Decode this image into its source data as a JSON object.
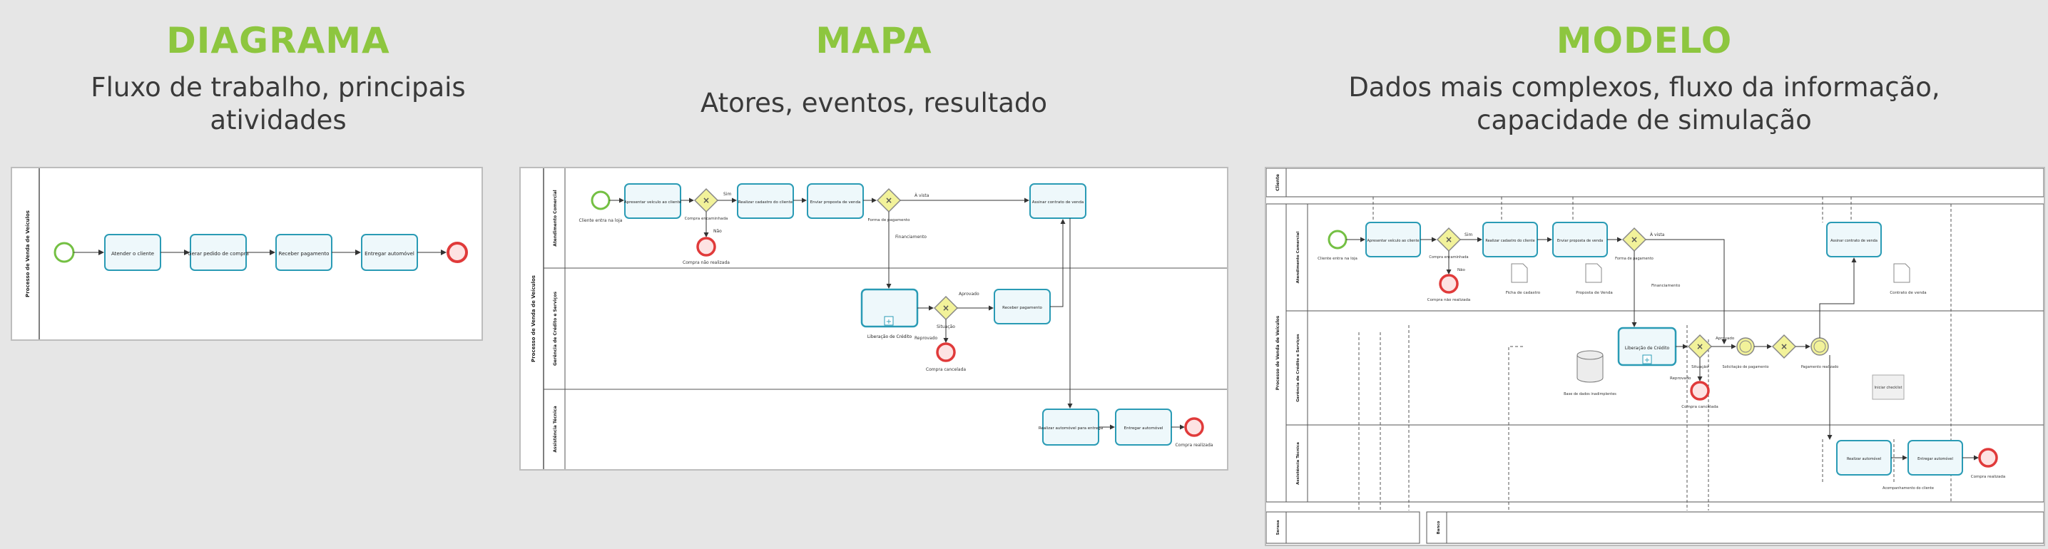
{
  "columns": [
    {
      "title": "DIAGRAMA",
      "subtitle": "Fluxo de trabalho, principais atividades"
    },
    {
      "title": "MAPA",
      "subtitle": "Atores, eventos, resultado"
    },
    {
      "title": "MODELO",
      "subtitle": "Dados mais complexos, fluxo da informação, capacidade de simulação"
    }
  ],
  "diagrama": {
    "pool": "Processo de Venda de Veículos",
    "tasks": [
      "Atender o cliente",
      "Gerar pedido de compra",
      "Receber pagamento",
      "Entregar automóvel"
    ]
  },
  "mapa": {
    "pool": "Processo de Venda de Veículos",
    "lanes": [
      "Atendimento Comercial",
      "Gerência de Crédito e Serviços",
      "Assistência Técnica"
    ],
    "tasks": [
      "Apresentar veículo ao cliente",
      "Realizar cadastro do cliente",
      "Enviar proposta de venda",
      "Assinar contrato de venda",
      "Liberação de Crédito",
      "Receber pagamento",
      "Realizar automóvel para entrega",
      "Entregar automóvel"
    ],
    "events": [
      "Cliente entra na loja",
      "Compra não realizada",
      "Compra cancelada",
      "Compra realizada"
    ],
    "labels": [
      "Sim",
      "Não",
      "Compra encaminhada",
      "Forma de pagamento",
      "À vista",
      "Financiamento",
      "Aprovado",
      "Reprovado",
      "Situação"
    ]
  },
  "modelo": {
    "top_pool": "Cliente",
    "pool": "Processo de Venda de Veículos",
    "lanes": [
      "Atendimento Comercial",
      "Gerência de Crédito e Serviços",
      "Assistência Técnica"
    ],
    "tasks": [
      "Apresentar veículo ao cliente",
      "Realizar cadastro do cliente",
      "Enviar proposta de venda",
      "Assinar contrato de venda",
      "Liberação de Crédito",
      "Realizar automóvel",
      "Entregar automóvel"
    ],
    "events": [
      "Cliente entra na loja",
      "Compra não realizada",
      "Compra cancelada",
      "Pagamento realizado",
      "Compra realizada"
    ],
    "artifacts": [
      "Ficha de cadastro",
      "Proposta de Venda",
      "Contrato de venda",
      "Base de dados inadimplentes",
      "Iniciar checklist"
    ],
    "labels": [
      "Sim",
      "Não",
      "Compra encaminhada",
      "Forma de pagamento",
      "À vista",
      "Financiamento",
      "Aprovado",
      "Reprovado",
      "Situação",
      "Solicitação de pagamento",
      "Acompanhamento do cliente"
    ],
    "bottom_pools": [
      "Serasa",
      "Banco"
    ]
  },
  "colors": {
    "accent": "#8dc63f",
    "task_stroke": "#2a9bb5",
    "task_fill": "#eef8fb",
    "gateway": "#f2f29a",
    "start": "#74c043",
    "end": "#e03a3a"
  }
}
